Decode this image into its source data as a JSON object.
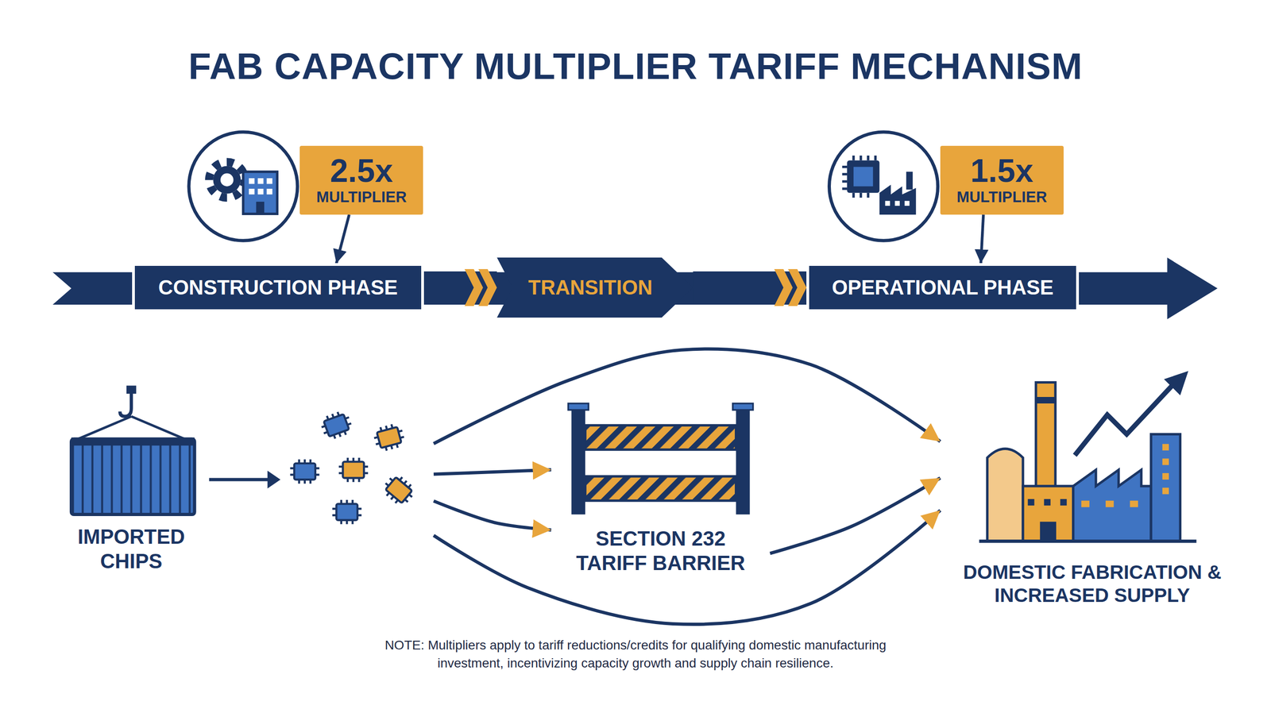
{
  "diagram": {
    "title": "FAB CAPACITY MULTIPLIER TARIFF MECHANISM",
    "nodes": [
      {
        "text": [
          "2.5x",
          "MULTIPLIER"
        ]
      },
      {
        "text": [
          "1.5x",
          "MULTIPLIER"
        ]
      },
      {
        "text": [
          "CONSTRUCTION PHASE"
        ]
      },
      {
        "text": [
          "TRANSITION"
        ]
      },
      {
        "text": [
          "OPERATIONAL PHASE"
        ]
      },
      {
        "text": [
          "IMPORTED CHIPS"
        ]
      },
      {
        "text": [
          "SECTION 232 TARIFF BARRIER"
        ]
      },
      {
        "text": [
          "DOMESTIC FABRICATION & INCREASED SUPPLY"
        ]
      }
    ],
    "edges": [
      {
        "from": 0,
        "to": 2,
        "arrow": "to"
      },
      {
        "from": 1,
        "to": 4,
        "arrow": "to"
      },
      {
        "from": 2,
        "to": 3,
        "arrow": "to"
      },
      {
        "from": 3,
        "to": 4,
        "arrow": "to"
      },
      {
        "from": 5,
        "to": 7,
        "arrow": "to"
      },
      {
        "from": 5,
        "to": 6,
        "arrow": "to"
      },
      {
        "from": 5,
        "to": 6,
        "arrow": "to"
      },
      {
        "from": 5,
        "to": 7,
        "arrow": "to"
      },
      {
        "from": 6,
        "to": 7,
        "arrow": "to"
      }
    ],
    "labels": [
      "NOTE: Multipliers apply to tariff reductions/credits for qualifying domestic manufacturing investment, incentivizing capacity growth and supply chain resilience."
    ]
  }
}
